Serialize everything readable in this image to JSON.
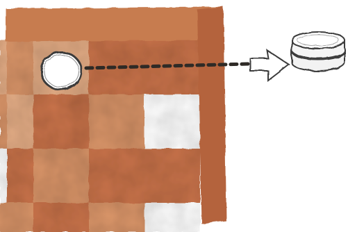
{
  "illustration": {
    "subject": "checkerboard-corner-with-piece-moving-to-stack",
    "board": {
      "visible_rows": 4,
      "visible_cols": 4,
      "frame_edges": [
        "top",
        "right"
      ],
      "piece_square": {
        "row": 1,
        "col": 1
      },
      "dark_squares": [
        [
          1,
          3
        ],
        [
          2,
          2
        ],
        [
          3,
          1
        ],
        [
          3,
          3
        ],
        [
          4,
          2
        ]
      ]
    },
    "arrow_style": "dashed-line-with-hollow-arrowhead",
    "target": "stacked-checker-pieces",
    "colors": {
      "frame": "#c77b4f",
      "frame_dark": "#b4643c",
      "light_square": "#e3ac85",
      "medium_square": "#d89468",
      "dark_square": "#c9734a",
      "white_square": "#ffffff",
      "outline": "#3a3a3a",
      "dash": "#2e2a26"
    }
  }
}
